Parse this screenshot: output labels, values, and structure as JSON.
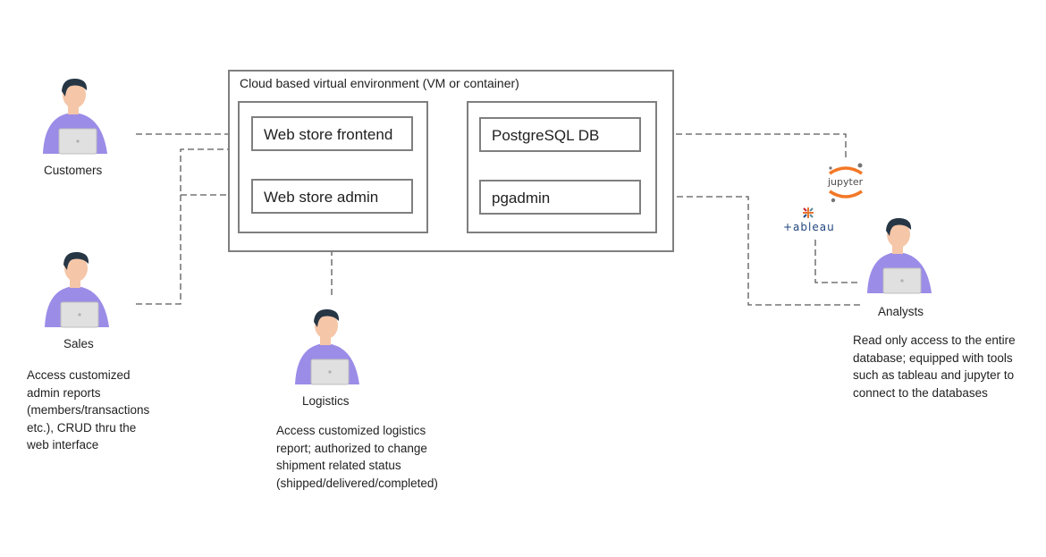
{
  "cloud_env": {
    "title": "Cloud based virtual environment (VM or container)"
  },
  "boxes": {
    "frontend": "Web store frontend",
    "admin": "Web store admin",
    "postgres": "PostgreSQL DB",
    "pgadmin": "pgadmin"
  },
  "actors": {
    "customers": {
      "label": "Customers"
    },
    "sales": {
      "label": "Sales",
      "description": "Access customized\nadmin reports\n(members/transactions\netc.), CRUD thru the\nweb interface"
    },
    "logistics": {
      "label": "Logistics",
      "description": "Access customized logistics\nreport; authorized to change\nshipment related status\n(shipped/delivered/completed)"
    },
    "analysts": {
      "label": "Analysts",
      "description": "Read only access to the entire\ndatabase; equipped with tools\nsuch as tableau and jupyter to\nconnect to the databases"
    }
  },
  "tools": {
    "jupyter": "jupyter",
    "tableau": "+ableau"
  },
  "colors": {
    "box_border": "#7f7f7f",
    "connector": "#595959",
    "shirt": "#9b8ce8",
    "hair": "#263645",
    "skin": "#f5c6a8",
    "laptop": "#e0e0e0",
    "jupyter_orange": "#f37726",
    "tableau_blue": "#1f457e"
  }
}
